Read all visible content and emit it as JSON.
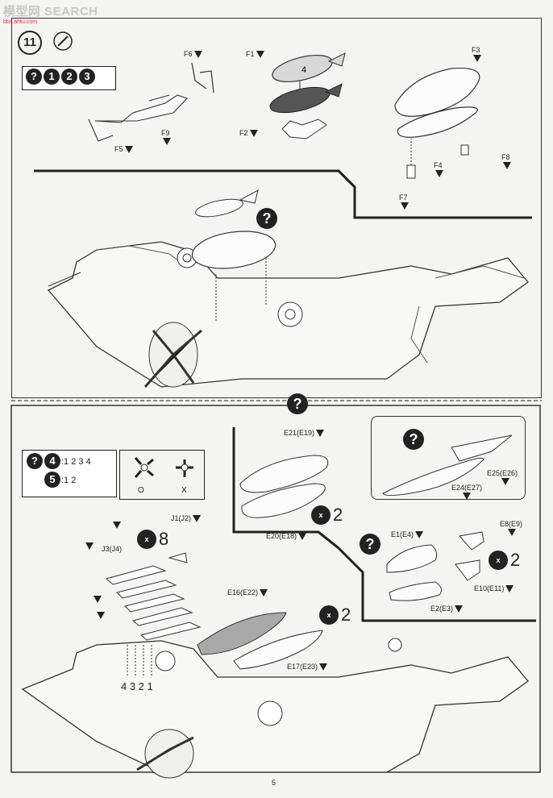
{
  "watermark": {
    "line1": "模型网 SEARCH",
    "line2": "bbs.ahtu.com"
  },
  "step_number": "11",
  "color_options_top": [
    "?",
    "1",
    "2",
    "3"
  ],
  "parts_top": {
    "F6": "F6",
    "F5": "F5",
    "F9": "F9",
    "F1": "F1",
    "F2": "F2",
    "F3": "F3",
    "F4": "F4",
    "F7": "F7",
    "F8": "F8"
  },
  "qmark": "?",
  "options_lower": {
    "row1_suffix": ":1 2 3 4",
    "row2_badge": "5",
    "row2_suffix": ":1 2",
    "row1_badge": "4",
    "good": "O",
    "bad": "X"
  },
  "parts_lower": {
    "E21": "E21(E19)",
    "E20": "E20(E18)",
    "E25": "E25(E26)",
    "E24": "E24(E27)",
    "E1": "E1(E4)",
    "E2": "E2(E3)",
    "E8": "E8(E9)",
    "E10": "E10(E11)",
    "E16": "E16(E22)",
    "E17": "E17(E23)",
    "J1": "J1(J2)",
    "J3": "J3(J4)"
  },
  "repeat_counts": {
    "r8": "8",
    "r2a": "2",
    "r2b": "2",
    "r2c": "2"
  },
  "rocket_numbers": "4 3 2 1",
  "color_codes": {
    "c3": "3",
    "c4": "4",
    "c5": "5"
  },
  "page_number": "5"
}
